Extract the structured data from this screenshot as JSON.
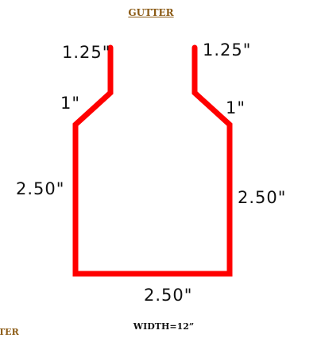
{
  "title": "GUTTER",
  "footer": "WIDTH=12”",
  "corner_text": "TER",
  "colors": {
    "profile": "#ff0000",
    "title": "#8b5a14",
    "text": "#111111"
  },
  "dimensions": {
    "top_left": "1.25\"",
    "top_right": "1.25\"",
    "diag_left": "1\"",
    "diag_right": "1\"",
    "side_left": "2.50\"",
    "side_right": "2.50\"",
    "bottom": "2.50\""
  }
}
